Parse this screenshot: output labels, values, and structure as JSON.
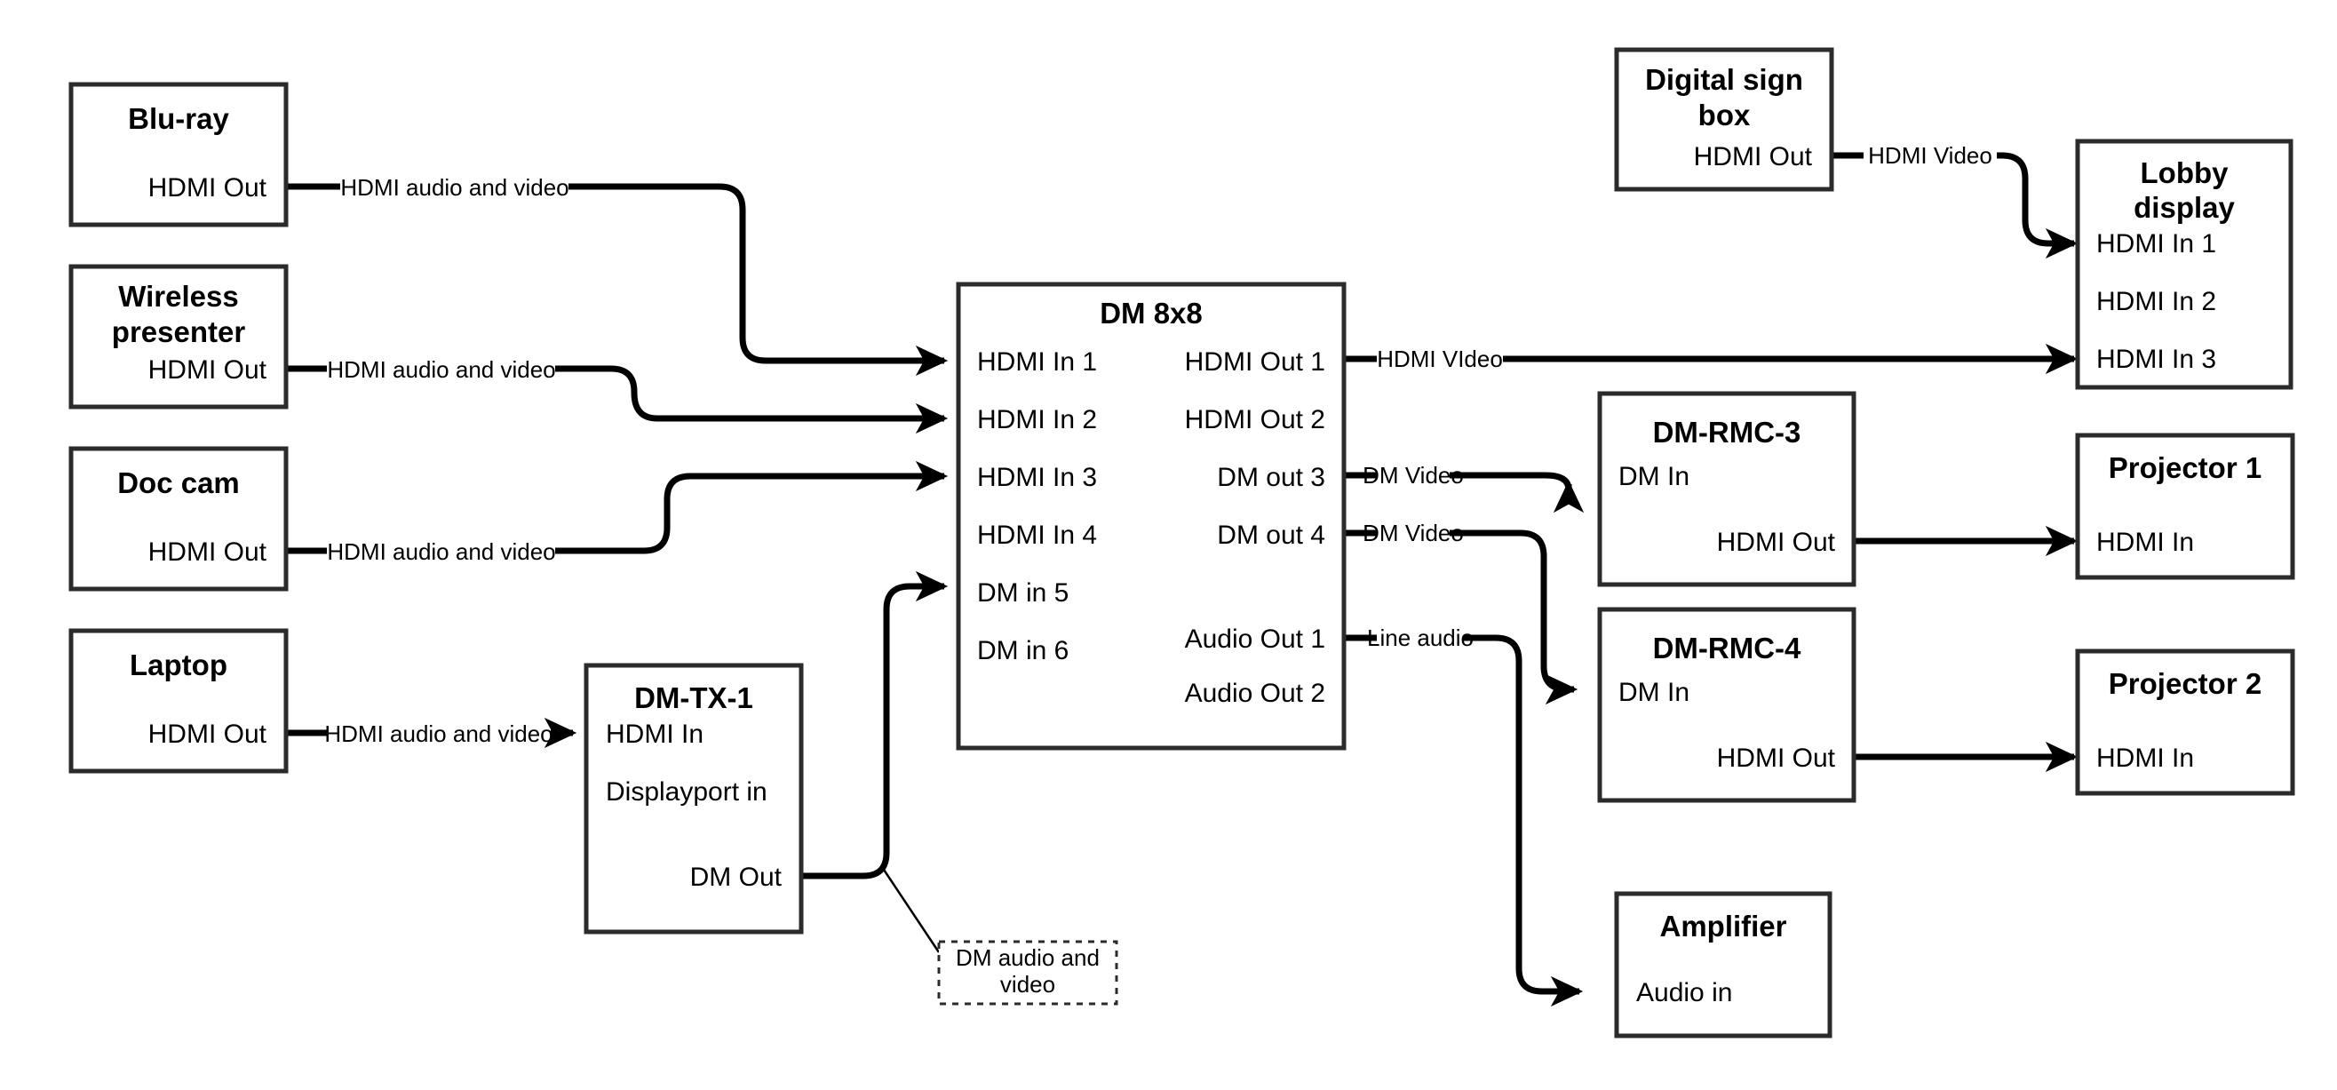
{
  "diagram": {
    "title": "AV signal flow diagram",
    "colors": {
      "box_stroke": "#2b2b2b",
      "wire": "#000000",
      "background": "#ffffff",
      "text": "#000000"
    }
  },
  "devices": {
    "bluray": {
      "title": "Blu-ray",
      "ports": {
        "out1": "HDMI Out"
      }
    },
    "wireless_presenter": {
      "title_line1": "Wireless",
      "title_line2": "presenter",
      "ports": {
        "out1": "HDMI Out"
      }
    },
    "doc_cam": {
      "title": "Doc cam",
      "ports": {
        "out1": "HDMI Out"
      }
    },
    "laptop": {
      "title": "Laptop",
      "ports": {
        "out1": "HDMI Out"
      }
    },
    "dm_tx_1": {
      "title": "DM-TX-1",
      "ports": {
        "in1": "HDMI In",
        "in2": "Displayport in",
        "out1": "DM Out"
      }
    },
    "dm_8x8": {
      "title": "DM 8x8",
      "inputs": [
        "HDMI In 1",
        "HDMI In 2",
        "HDMI In 3",
        "HDMI In 4",
        "DM in 5",
        "DM in 6"
      ],
      "outputs": [
        "HDMI Out 1",
        "HDMI Out 2",
        "DM out 3",
        "DM out 4",
        "Audio Out 1",
        "Audio Out 2"
      ]
    },
    "digital_sign_box": {
      "title_line1": "Digital sign",
      "title_line2": "box",
      "ports": {
        "out1": "HDMI Out"
      }
    },
    "lobby_display": {
      "title_line1": "Lobby",
      "title_line2": "display",
      "inputs": [
        "HDMI In 1",
        "HDMI In 2",
        "HDMI In 3"
      ]
    },
    "dm_rmc_3": {
      "title": "DM-RMC-3",
      "ports": {
        "in1": "DM In",
        "out1": "HDMI Out"
      }
    },
    "dm_rmc_4": {
      "title": "DM-RMC-4",
      "ports": {
        "in1": "DM In",
        "out1": "HDMI Out"
      }
    },
    "projector_1": {
      "title": "Projector 1",
      "ports": {
        "in1": "HDMI In"
      }
    },
    "projector_2": {
      "title": "Projector 2",
      "ports": {
        "in1": "HDMI In"
      }
    },
    "amplifier": {
      "title": "Amplifier",
      "ports": {
        "in1": "Audio in"
      }
    }
  },
  "edges": {
    "bluray_to_dm": "HDMI audio and video",
    "wireless_to_dm": "HDMI audio and video",
    "doccam_to_dm": "HDMI audio and video",
    "laptop_to_tx": "HDMI audio and video",
    "tx_to_dm": "DM audio and video",
    "dm_hdmiout1_to_lobby": "HDMI VIdeo",
    "dm_dmout3_to_rmc3": "DM Video",
    "dm_dmout4_to_rmc4": "DM Video",
    "dm_audioout1_to_amp": "Line audio",
    "signbox_to_lobby": "HDMI Video"
  }
}
